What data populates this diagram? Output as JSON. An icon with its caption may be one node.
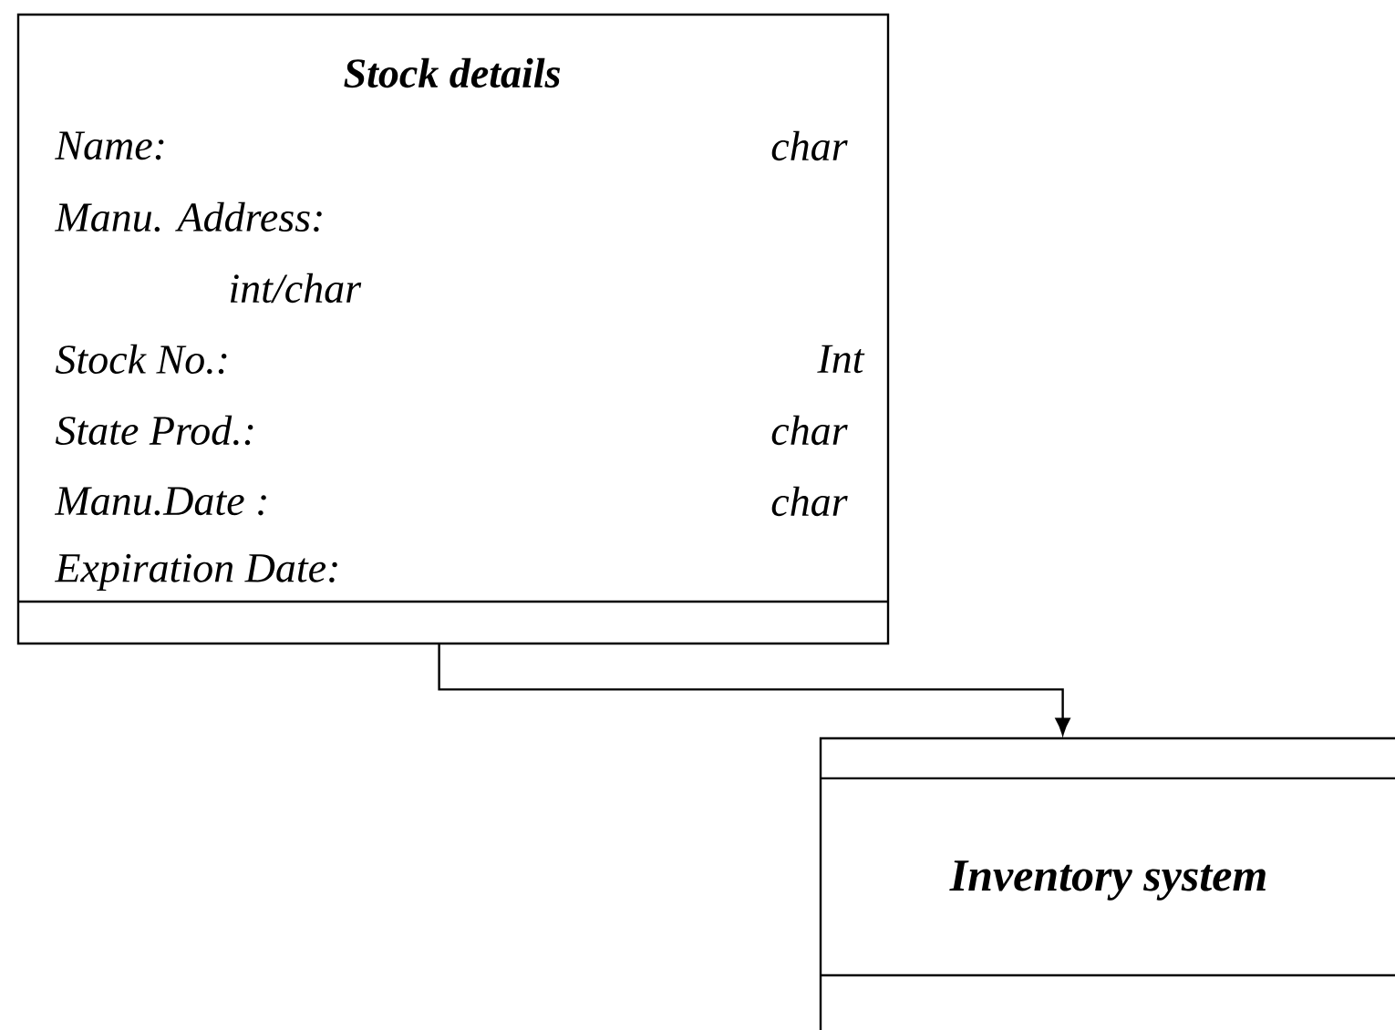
{
  "diagram": {
    "nodes": [
      {
        "text": [
          "Stock details",
          "Name:",
          "char",
          "Manu. Address:",
          "int/char",
          "Stock No.:",
          "Int",
          "State Prod.:",
          "char",
          "Manu.Date :",
          "char",
          "Expiration Date:"
        ]
      },
      {
        "text": [
          "Inventory system"
        ]
      }
    ],
    "edges": [
      {
        "from": 0,
        "to": 1,
        "arrow": "to"
      }
    ]
  }
}
